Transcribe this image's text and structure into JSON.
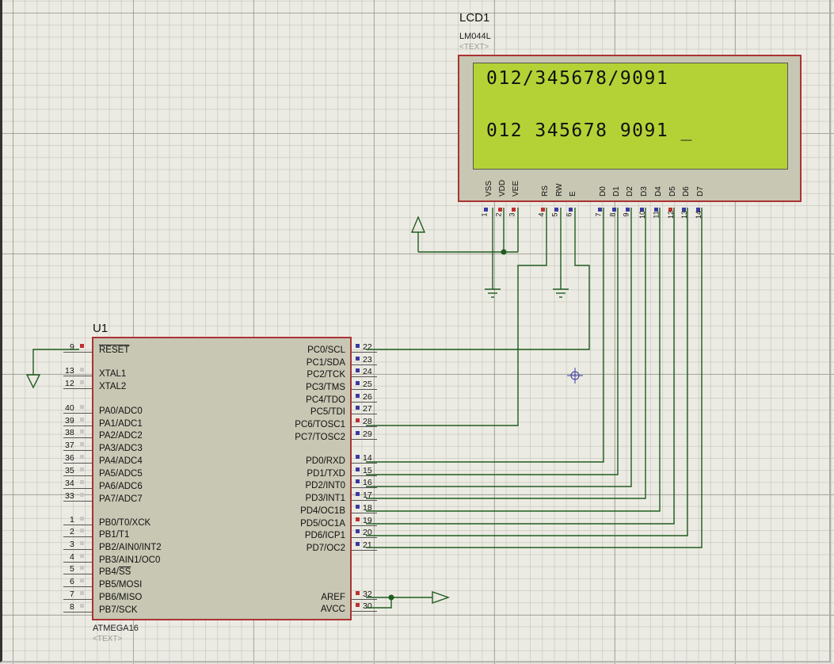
{
  "lcd": {
    "ref": "LCD1",
    "part": "LM044L",
    "text_placeholder": "<TEXT>",
    "line1": "012/345678/9091",
    "line2": "012 345678 9091 _",
    "pins": [
      {
        "num": "1",
        "name": "VSS",
        "color": "#3a3aa0"
      },
      {
        "num": "2",
        "name": "VDD",
        "color": "#c03030"
      },
      {
        "num": "3",
        "name": "VEE",
        "color": "#c03030"
      },
      {
        "num": "4",
        "name": "RS",
        "color": "#c03030"
      },
      {
        "num": "5",
        "name": "RW",
        "color": "#3a3aa0"
      },
      {
        "num": "6",
        "name": "E",
        "color": "#3a3aa0"
      },
      {
        "num": "7",
        "name": "D0",
        "color": "#3a3aa0"
      },
      {
        "num": "8",
        "name": "D1",
        "color": "#3a3aa0"
      },
      {
        "num": "9",
        "name": "D2",
        "color": "#3a3aa0"
      },
      {
        "num": "10",
        "name": "D3",
        "color": "#3a3aa0"
      },
      {
        "num": "11",
        "name": "D4",
        "color": "#3a3aa0"
      },
      {
        "num": "12",
        "name": "D5",
        "color": "#c03030"
      },
      {
        "num": "13",
        "name": "D6",
        "color": "#3a3aa0"
      },
      {
        "num": "14",
        "name": "D7",
        "color": "#3a3aa0"
      }
    ]
  },
  "mcu": {
    "ref": "U1",
    "part": "ATMEGA16",
    "text_placeholder": "<TEXT>",
    "left_pins": [
      {
        "num": "9",
        "name": "RESET",
        "color": "#c03030"
      },
      {
        "num": "13",
        "name": "XTAL1",
        "color": "#c8c8c8"
      },
      {
        "num": "12",
        "name": "XTAL2",
        "color": "#c8c8c8"
      },
      {
        "num": "40",
        "name": "PA0/ADC0",
        "color": "#c8c8c8"
      },
      {
        "num": "39",
        "name": "PA1/ADC1",
        "color": "#c8c8c8"
      },
      {
        "num": "38",
        "name": "PA2/ADC2",
        "color": "#c8c8c8"
      },
      {
        "num": "37",
        "name": "PA3/ADC3",
        "color": "#c8c8c8"
      },
      {
        "num": "36",
        "name": "PA4/ADC4",
        "color": "#c8c8c8"
      },
      {
        "num": "35",
        "name": "PA5/ADC5",
        "color": "#c8c8c8"
      },
      {
        "num": "34",
        "name": "PA6/ADC6",
        "color": "#c8c8c8"
      },
      {
        "num": "33",
        "name": "PA7/ADC7",
        "color": "#c8c8c8"
      },
      {
        "num": "1",
        "name": "PB0/T0/XCK",
        "color": "#c8c8c8"
      },
      {
        "num": "2",
        "name": "PB1/T1",
        "color": "#c8c8c8"
      },
      {
        "num": "3",
        "name": "PB2/AIN0/INT2",
        "color": "#c8c8c8"
      },
      {
        "num": "4",
        "name": "PB3/AIN1/OC0",
        "color": "#c8c8c8"
      },
      {
        "num": "5",
        "name": "PB4/SS",
        "color": "#c8c8c8"
      },
      {
        "num": "6",
        "name": "PB5/MOSI",
        "color": "#c8c8c8"
      },
      {
        "num": "7",
        "name": "PB6/MISO",
        "color": "#c8c8c8"
      },
      {
        "num": "8",
        "name": "PB7/SCK",
        "color": "#c8c8c8"
      }
    ],
    "right_pins": [
      {
        "num": "22",
        "name": "PC0/SCL",
        "color": "#3a3aa0"
      },
      {
        "num": "23",
        "name": "PC1/SDA",
        "color": "#3a3aa0"
      },
      {
        "num": "24",
        "name": "PC2/TCK",
        "color": "#3a3aa0"
      },
      {
        "num": "25",
        "name": "PC3/TMS",
        "color": "#3a3aa0"
      },
      {
        "num": "26",
        "name": "PC4/TDO",
        "color": "#3a3aa0"
      },
      {
        "num": "27",
        "name": "PC5/TDI",
        "color": "#3a3aa0"
      },
      {
        "num": "28",
        "name": "PC6/TOSC1",
        "color": "#c03030"
      },
      {
        "num": "29",
        "name": "PC7/TOSC2",
        "color": "#3a3aa0"
      },
      {
        "num": "14",
        "name": "PD0/RXD",
        "color": "#3a3aa0"
      },
      {
        "num": "15",
        "name": "PD1/TXD",
        "color": "#3a3aa0"
      },
      {
        "num": "16",
        "name": "PD2/INT0",
        "color": "#3a3aa0"
      },
      {
        "num": "17",
        "name": "PD3/INT1",
        "color": "#3a3aa0"
      },
      {
        "num": "18",
        "name": "PD4/OC1B",
        "color": "#3a3aa0"
      },
      {
        "num": "19",
        "name": "PD5/OC1A",
        "color": "#c03030"
      },
      {
        "num": "20",
        "name": "PD6/ICP1",
        "color": "#3a3aa0"
      },
      {
        "num": "21",
        "name": "PD7/OC2",
        "color": "#3a3aa0"
      },
      {
        "num": "32",
        "name": "AREF",
        "color": "#c03030"
      },
      {
        "num": "30",
        "name": "AVCC",
        "color": "#c03030"
      }
    ]
  },
  "colors": {
    "wire": "#1f5c1f",
    "body": "#c8c7b3",
    "border": "#a33333",
    "lcd_screen": "#b4d236",
    "grid": "#ecebe3"
  }
}
